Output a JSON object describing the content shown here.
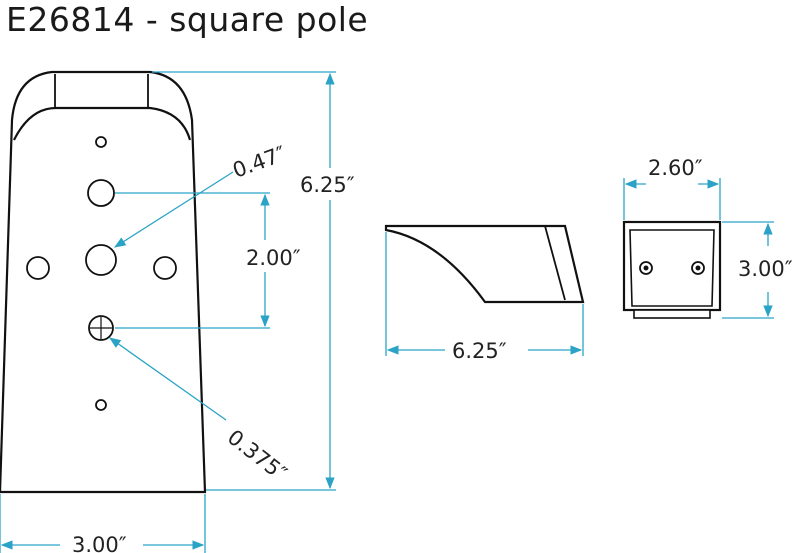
{
  "title": "E26814 - square pole",
  "colors": {
    "dimension_line": "#2aa3c6",
    "outline": "#111111",
    "background": "#ffffff"
  },
  "front_view": {
    "height_label": "6.25″",
    "width_label": "3.00″",
    "hole_label": "0.47″",
    "spacing_label": "2.00″",
    "bolt_label": "0.375″"
  },
  "side_view": {
    "length_label": "6.25″"
  },
  "end_view": {
    "width_label": "2.60″",
    "height_label": "3.00″"
  }
}
